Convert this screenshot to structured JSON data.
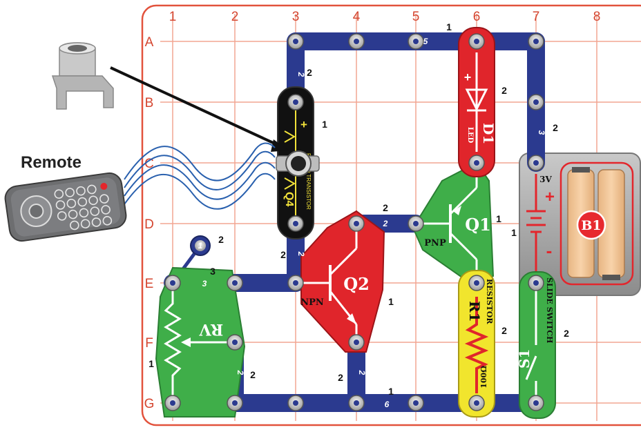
{
  "remote_label": "Remote",
  "grid": {
    "columns": [
      "1",
      "2",
      "3",
      "4",
      "5",
      "6",
      "7",
      "8"
    ],
    "rows": [
      "A",
      "B",
      "C",
      "D",
      "E",
      "F",
      "G"
    ]
  },
  "wire_levels": [
    "1",
    "2",
    "3"
  ],
  "wire_labels": {
    "a45": "5",
    "a34": "1",
    "ab3": "2",
    "ab3_lvl": "2",
    "bc7": "3",
    "bc7_lvl": "2",
    "d45": "2",
    "d45_top": "2",
    "de3": "2",
    "de3_lvl": "2",
    "e12": "3",
    "e12_lvl": "3",
    "dot_e1": "1",
    "dot_lvl": "2",
    "fg2": "2",
    "fg2_lvl": "2",
    "fg4": "2",
    "fg4_lvl": "2",
    "g45": "6",
    "g45_lvl": "1"
  },
  "q4": {
    "name": "Q4",
    "type": "PHOTO TRANSISTOR",
    "level": "1",
    "plus": "+"
  },
  "d1": {
    "name": "D1",
    "type": "LED",
    "level": "2",
    "plus": "+"
  },
  "q1": {
    "name": "Q1",
    "type": "PNP",
    "level": "1"
  },
  "q2": {
    "name": "Q2",
    "type": "NPN",
    "level": "1"
  },
  "rv": {
    "name": "RV",
    "level": "1"
  },
  "r1": {
    "name": "R1",
    "type": "RESISTOR",
    "value": "100Ω",
    "level": "2"
  },
  "s1": {
    "name": "S1",
    "type": "SLIDE SWITCH",
    "level": "2"
  },
  "b1": {
    "name": "B1",
    "voltage": "3V",
    "plus": "+",
    "minus": "-",
    "level": "1"
  },
  "colors": {
    "grid_red": "#e2523c",
    "wire_blue": "#2b3a8f",
    "transistor_red": "#e0252b",
    "transistor_green": "#3fae49",
    "resistor_yellow": "#f1e52d",
    "battery_gray": "#9a9a9a",
    "battery_orange": "#f3c69a"
  }
}
